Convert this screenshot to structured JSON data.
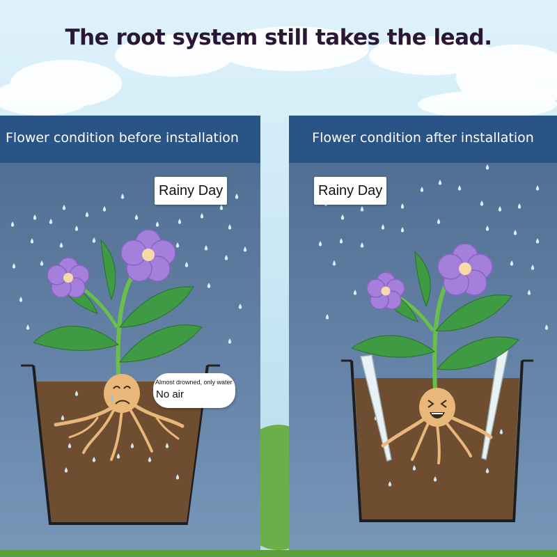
{
  "headline": "The root system still takes the lead.",
  "panels": {
    "left": {
      "title": "Flower condition before installation",
      "weather": "Rainy Day"
    },
    "right": {
      "title": "Flower condition after installation",
      "weather": "Rainy Day"
    }
  },
  "speech_bubble": {
    "line1": "Almost drowned, only water",
    "line2": "No air"
  },
  "colors": {
    "sky": "#c2e4f2",
    "panel_bg": "#5a7aa0",
    "panel_header": "#2b5486",
    "soil": "#6e4d30",
    "petal": "#a57fdc",
    "leaf": "#3f9a44",
    "root": "#eab77a",
    "raindrop": "#d6eef8",
    "headline_text": "#2a1635",
    "title_text": "#ffffff",
    "label_bg": "#ffffff",
    "label_text": "#111111",
    "grass": "#6cae4a"
  },
  "icons": [
    "raindrop-icon",
    "flower-icon",
    "sad-root-face-icon",
    "happy-root-face-icon",
    "aeration-spike-icon",
    "cloud-icon"
  ]
}
